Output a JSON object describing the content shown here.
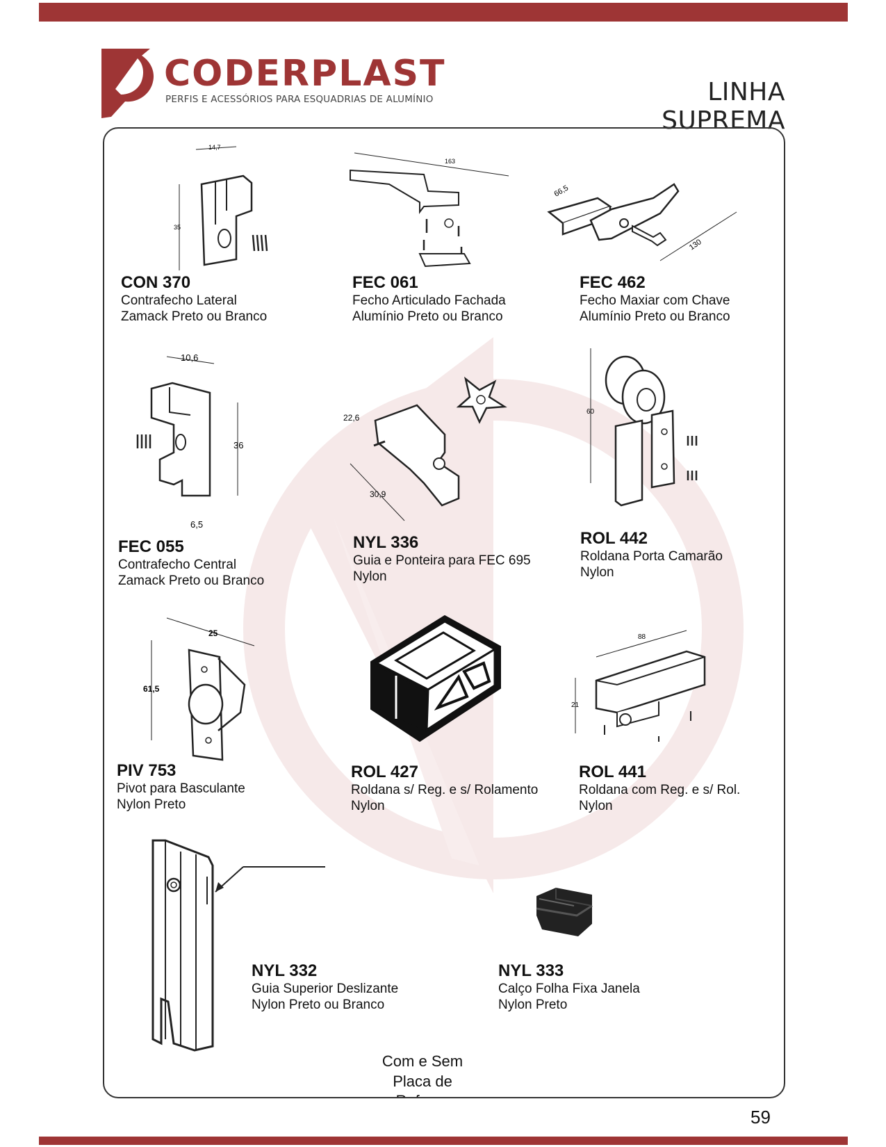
{
  "header": {
    "brand_name": "CODERPLAST",
    "brand_tagline": "PERFIS E ACESSÓRIOS PARA ESQUADRIAS DE ALUMÍNIO",
    "line_title": "LINHA SUPREMA"
  },
  "colors": {
    "brand": "#9e3535",
    "watermark": "#f5e6e6"
  },
  "products": [
    {
      "code": "CON 370",
      "line1": "Contrafecho Lateral",
      "line2": "Zamack Preto ou Branco",
      "dims": [
        "14,7",
        "35"
      ]
    },
    {
      "code": "FEC 061",
      "line1": "Fecho Articulado Fachada",
      "line2": "Alumínio Preto ou Branco",
      "dims": [
        "163"
      ]
    },
    {
      "code": "FEC 462",
      "line1": "Fecho Maxiar com Chave",
      "line2": "Alumínio Preto ou Branco",
      "dims": [
        "66,5",
        "130"
      ]
    },
    {
      "code": "FEC 055",
      "line1": "Contrafecho Central",
      "line2": "Zamack Preto ou Branco",
      "dims": [
        "10,6",
        "36",
        "6,5"
      ]
    },
    {
      "code": "NYL 336",
      "line1": "Guia e Ponteira para FEC 695",
      "line2": "Nylon",
      "dims": [
        "22,6",
        "30,9"
      ]
    },
    {
      "code": "ROL 442",
      "line1": "Roldana Porta Camarão",
      "line2": "Nylon",
      "dims": [
        "60"
      ]
    },
    {
      "code": "PIV 753",
      "line1": "Pivot para Basculante",
      "line2": "Nylon Preto",
      "dims": [
        "25",
        "61,5"
      ]
    },
    {
      "code": "ROL 427",
      "line1": "Roldana s/ Reg. e s/ Rolamento",
      "line2": "Nylon"
    },
    {
      "code": "ROL 441",
      "line1": "Roldana com Reg. e s/ Rol.",
      "line2": "Nylon",
      "dims": [
        "88",
        "21"
      ]
    },
    {
      "code": "NYL 332",
      "line1": "Guia Superior Deslizante",
      "line2": "Nylon Preto ou Branco"
    },
    {
      "code": "NYL 333",
      "line1": "Calço Folha Fixa Janela",
      "line2": "Nylon Preto"
    }
  ],
  "callout": {
    "line1": "Com e Sem",
    "line2": "Placa de",
    "line3": "Reforço"
  },
  "footer": {
    "page_number": "59"
  }
}
